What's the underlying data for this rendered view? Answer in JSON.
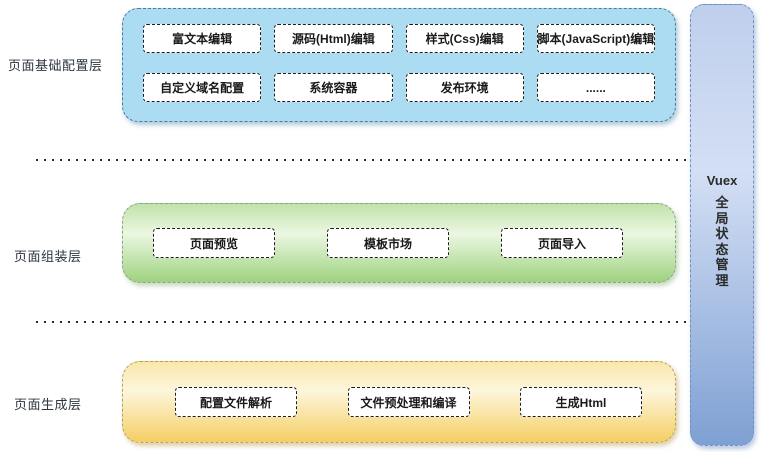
{
  "layers": [
    {
      "label": "页面基础配置层",
      "items": [
        "富文本编辑",
        "源码(Html)编辑",
        "样式(Css)编辑",
        "脚本(JavaScript)编辑",
        "自定义域名配置",
        "系统容器",
        "发布环境",
        "......"
      ]
    },
    {
      "label": "页面组装层",
      "items": [
        "页面预览",
        "模板市场",
        "页面导入"
      ]
    },
    {
      "label": "页面生成层",
      "items": [
        "配置文件解析",
        "文件预处理和编译",
        "生成Html"
      ]
    }
  ],
  "sidebar": {
    "title": "Vuex",
    "subtitle": "全局状态管理"
  },
  "colors": {
    "layer_basic_fill": "#abdcf1",
    "layer_assembly_top": "#c0e2a9",
    "layer_assembly_bottom": "#9ed27f",
    "layer_generate_top": "#f9e7aa",
    "layer_generate_bottom": "#f5cf63",
    "sidebar_top": "#d3dff4",
    "sidebar_bottom": "#7fa0d3",
    "node_fill": "#ffffff",
    "dash_border": "#1c1c1c"
  }
}
